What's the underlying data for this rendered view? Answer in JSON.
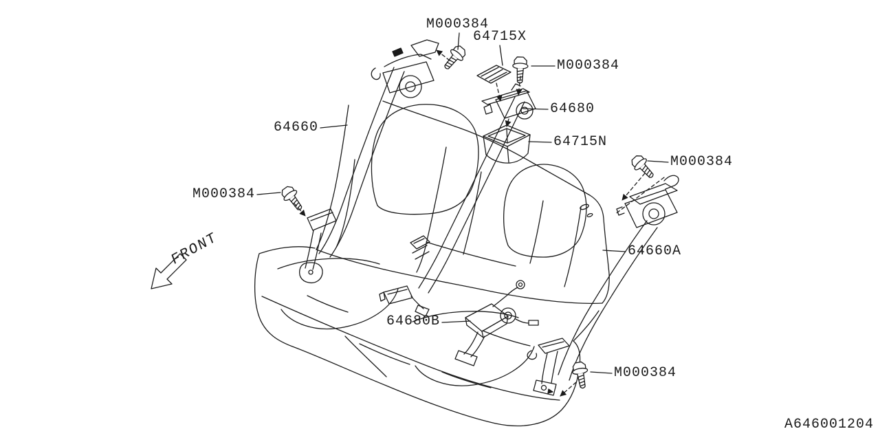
{
  "colors": {
    "background": "#ffffff",
    "line": "#1a1a1a"
  },
  "front_indicator": {
    "label": "FRONT",
    "icon": "arrow-down-left"
  },
  "doc_code": {
    "label": "A646001204"
  },
  "callouts": [
    {
      "id": "m000384-top",
      "label": "M000384"
    },
    {
      "id": "64715x",
      "label": "64715X"
    },
    {
      "id": "m000384-upper-right",
      "label": "M000384"
    },
    {
      "id": "64680",
      "label": "64680"
    },
    {
      "id": "64660",
      "label": "64660"
    },
    {
      "id": "64715n",
      "label": "64715N"
    },
    {
      "id": "m000384-mid-right",
      "label": "M000384"
    },
    {
      "id": "m000384-left",
      "label": "M000384"
    },
    {
      "id": "64660a",
      "label": "64660A"
    },
    {
      "id": "64680b",
      "label": "64680B"
    },
    {
      "id": "m000384-bottom",
      "label": "M000384"
    }
  ]
}
